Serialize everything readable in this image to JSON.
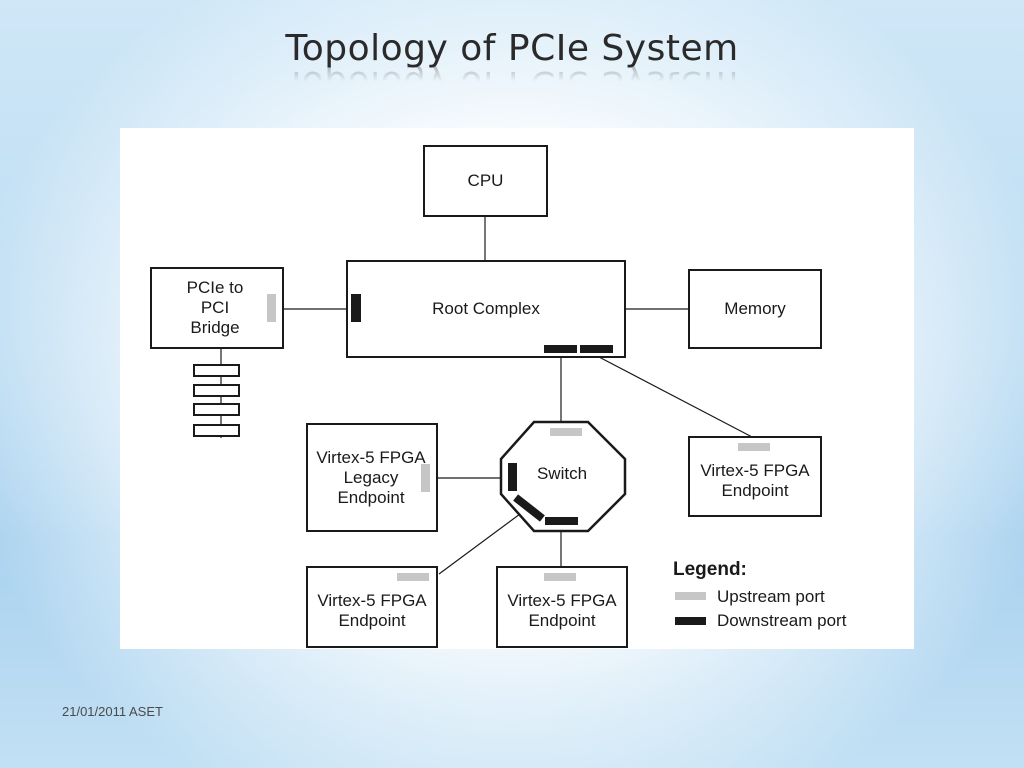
{
  "slide": {
    "title": "Topology of PCIe System",
    "footer": "21/01/2011 ASET"
  },
  "diagram": {
    "nodes": {
      "cpu": "CPU",
      "root_complex": "Root Complex",
      "memory": "Memory",
      "bridge": "PCIe to\nPCI\nBridge",
      "switch": "Switch",
      "legacy_endpoint": "Virtex-5 FPGA\nLegacy\nEndpoint",
      "endpoint_right": "Virtex-5 FPGA\nEndpoint",
      "endpoint_bottom_left": "Virtex-5 FPGA\nEndpoint",
      "endpoint_bottom_center": "Virtex-5 FPGA\nEndpoint"
    },
    "legend": {
      "title": "Legend:",
      "upstream": "Upstream port",
      "downstream": "Downstream port"
    },
    "colors": {
      "upstream_port": "#c6c6c6",
      "downstream_port": "#1a1a1a"
    }
  }
}
